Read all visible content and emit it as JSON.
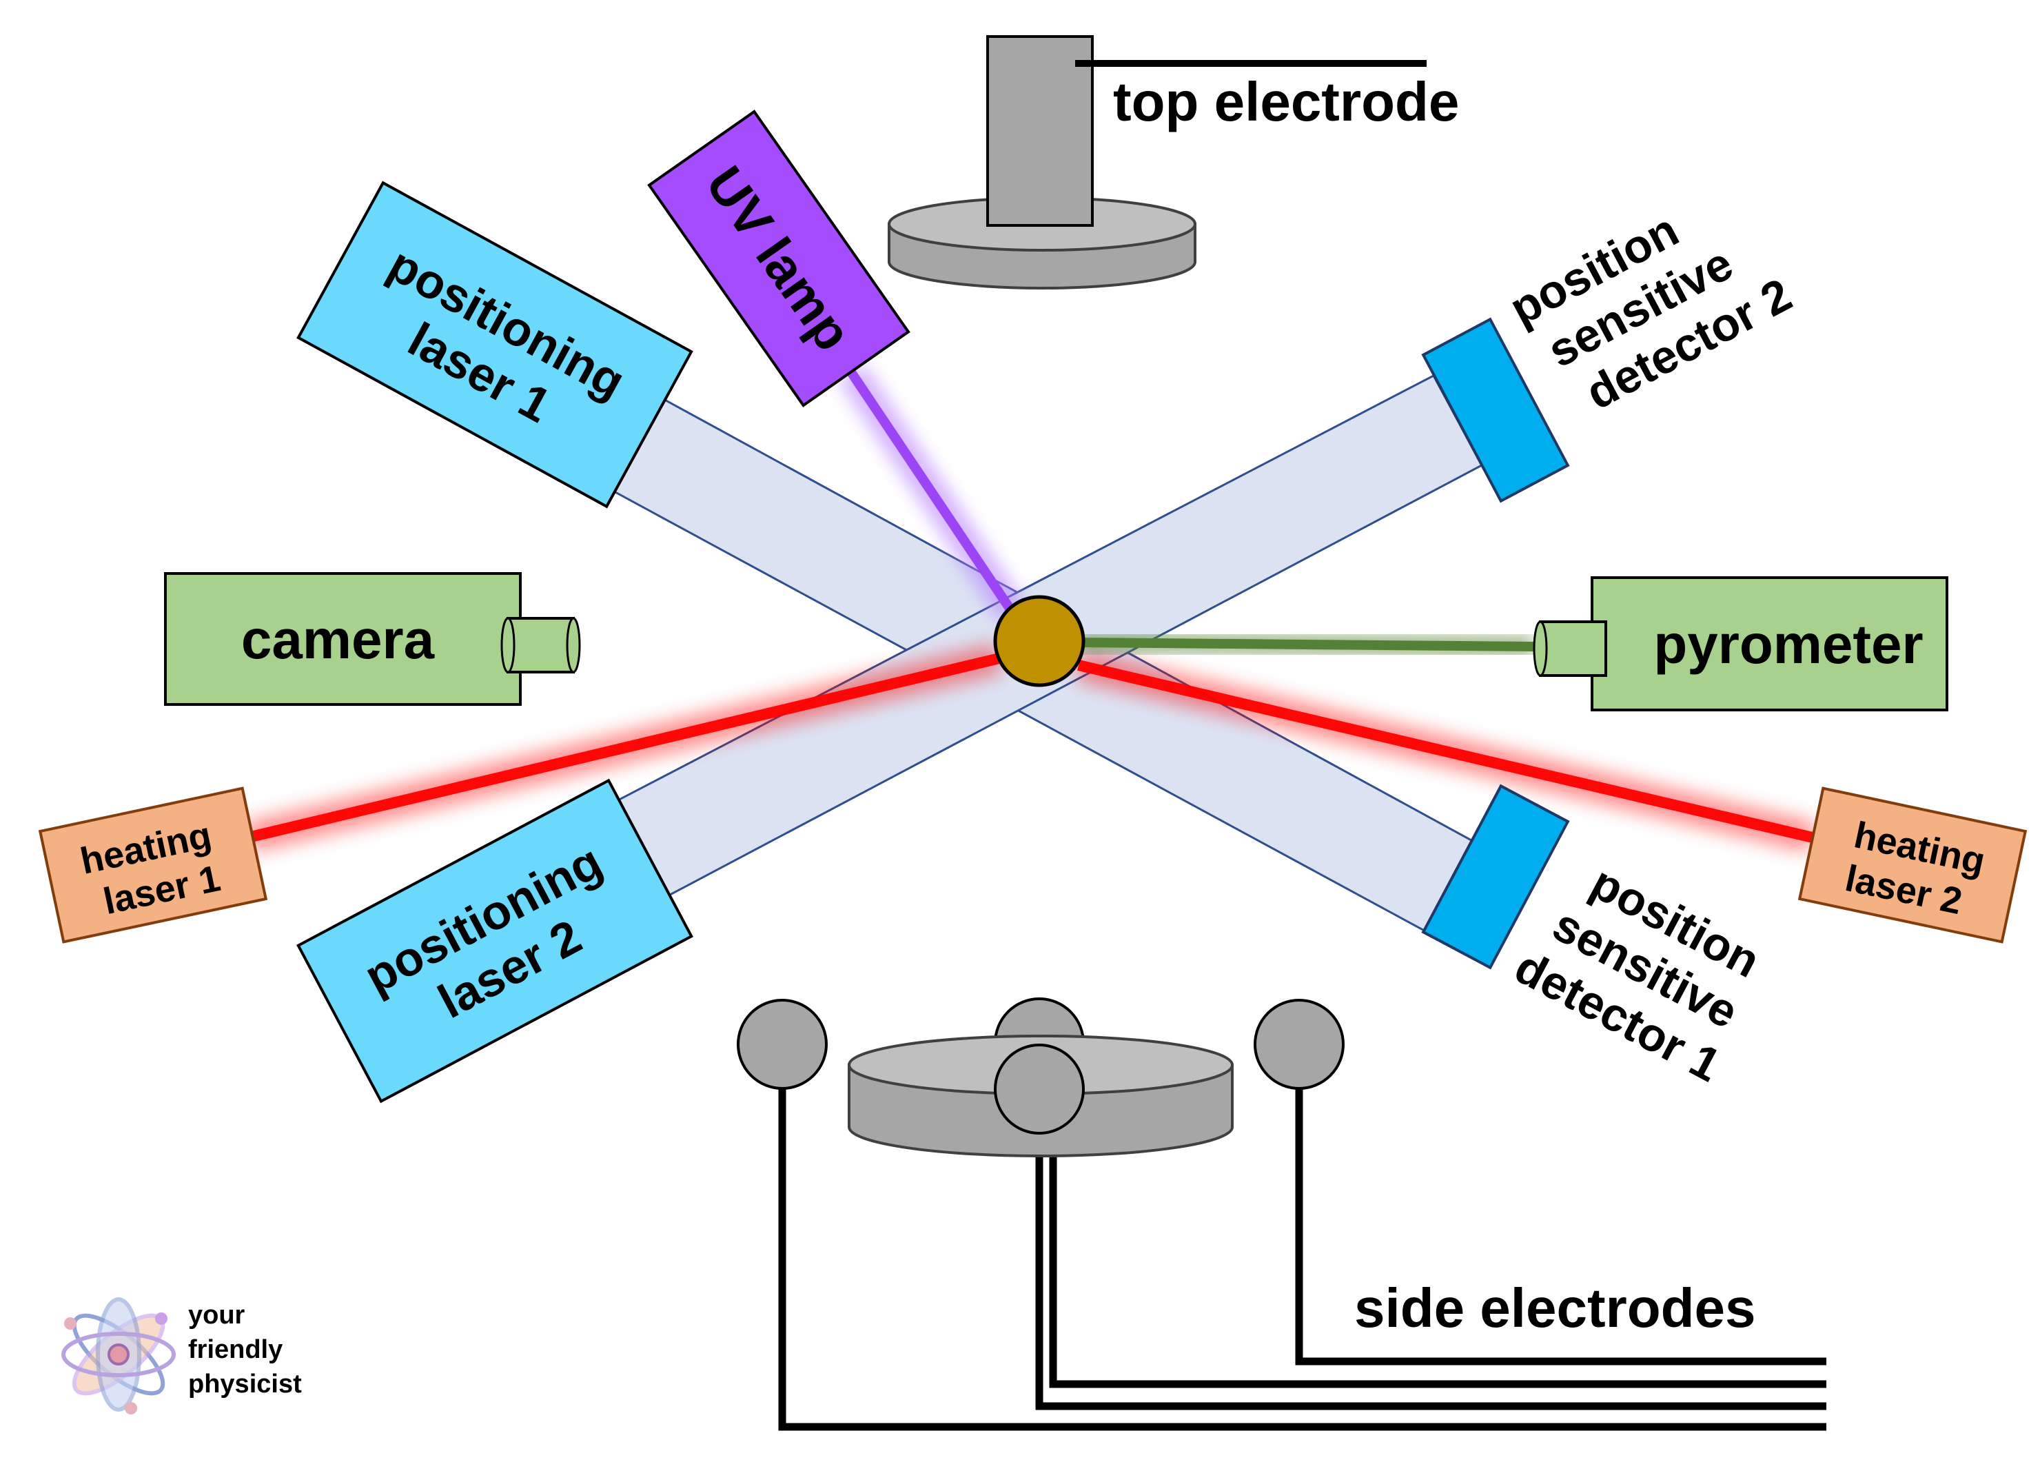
{
  "labels": {
    "top_electrode": "top electrode",
    "uv_lamp": "UV lamp",
    "positioning_laser_1": [
      "positioning",
      "laser 1"
    ],
    "positioning_laser_2": [
      "positioning",
      "laser 2"
    ],
    "psd_2": [
      "position",
      "sensitive",
      "detector 2"
    ],
    "psd_1": [
      "position",
      "sensitive",
      "detector 1"
    ],
    "camera": "camera",
    "pyrometer": "pyrometer",
    "heating_laser_1": [
      "heating",
      "laser 1"
    ],
    "heating_laser_2": [
      "heating",
      "laser 2"
    ],
    "side_electrodes": "side electrodes"
  },
  "logo": {
    "lines": [
      "your",
      "friendly",
      "physicist"
    ]
  },
  "colors": {
    "positioning_laser_fill": "#6ad9fc",
    "positioning_beam_fill": "#dbe3f3",
    "beam_outline": "#2f4f8f",
    "detector_fill": "#00aeef",
    "uv_lamp_fill": "#a54cff",
    "uv_beam": "#9b45f5",
    "camera_fill": "#a9d18e",
    "heating_laser_fill": "#f4b183",
    "heating_laser_outline": "#843c0c",
    "red_beam": "#ff0000",
    "green_beam": "#548235",
    "sample": "#bf9000",
    "electrode_gray": "#a6a6a6"
  }
}
